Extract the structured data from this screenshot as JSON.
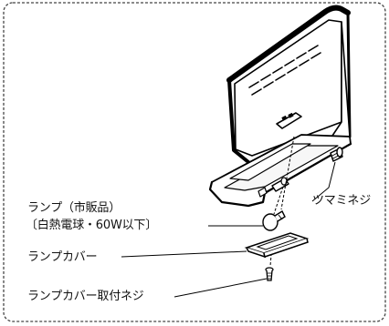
{
  "labels": {
    "lamp_line1": "ランプ（市販品）",
    "lamp_line2": "〔白熱電球・60W以下〕",
    "knob_screw": "ツマミネジ",
    "lamp_cover": "ランプカバー",
    "cover_screw": "ランプカバー取付ネジ"
  }
}
